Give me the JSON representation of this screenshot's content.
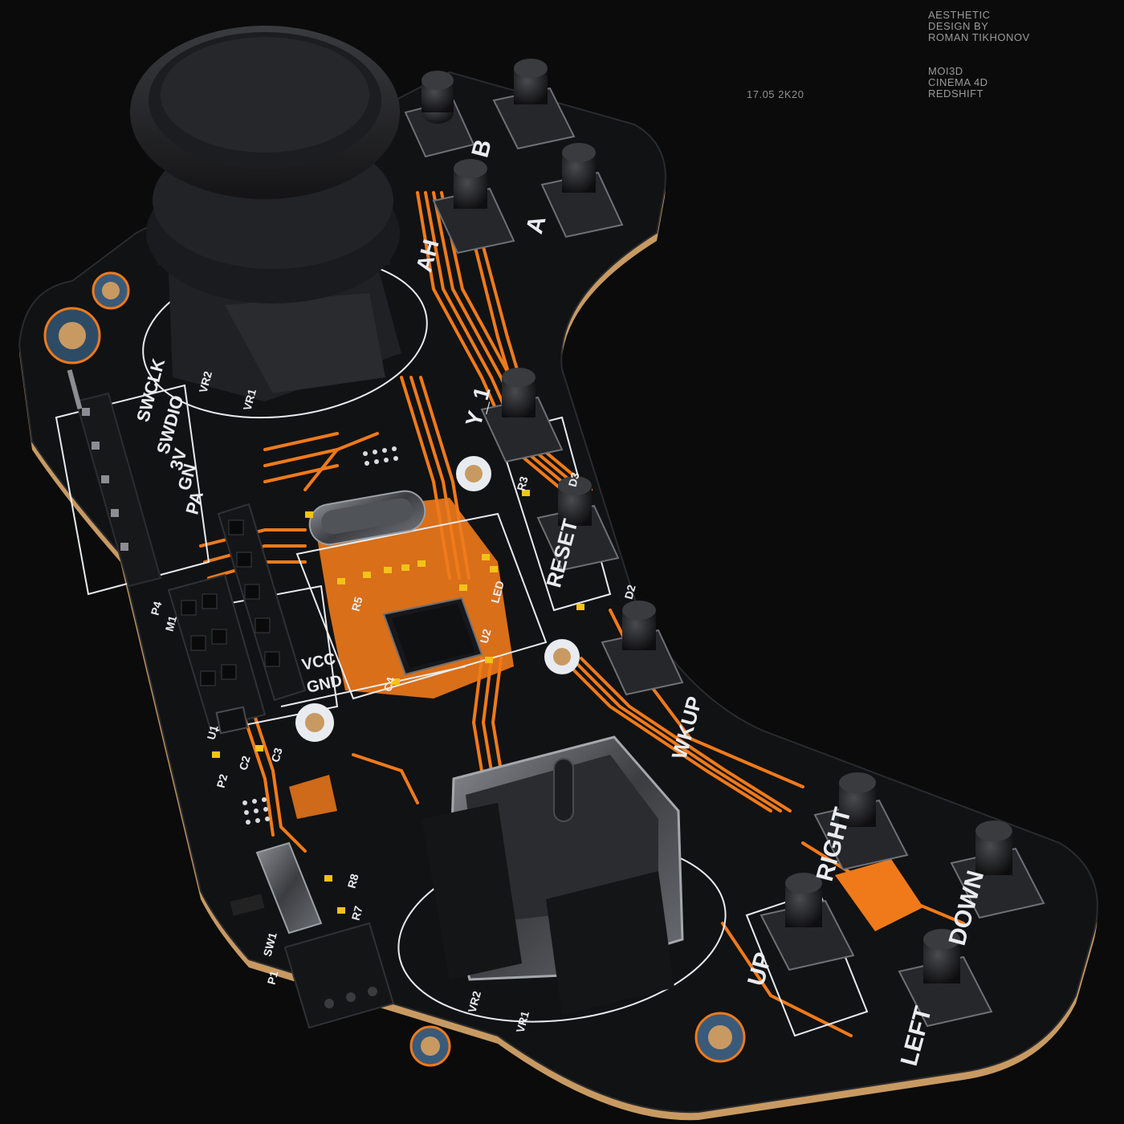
{
  "credits": {
    "line1": "AESTHETIC",
    "line2": "DESIGN BY",
    "line3": "ROMAN TIKHONOV",
    "line4": "MOI3D",
    "line5": "CINEMA 4D",
    "line6": "REDSHIFT"
  },
  "date": "17.05 2K20",
  "colors": {
    "background": "#0b0b0c",
    "board": "#111214",
    "copper": "#f07a1a",
    "silkscreen": "#e8ecf0",
    "board_edge": "#c89a62"
  },
  "board_labels": {
    "b": "B",
    "a": "A",
    "ah": "AH",
    "y1": "Y_1",
    "reset": "RESET",
    "led": "LED",
    "wkup": "WKUP",
    "right": "RIGHT",
    "down": "DOWN",
    "up": "UP",
    "left": "LEFT",
    "sw1": "SW1",
    "p1": "P1",
    "p2": "P2",
    "r8": "R8",
    "r7": "R7",
    "u1": "U1",
    "u2": "U2",
    "r3": "R3",
    "d3": "D3",
    "d2": "D2",
    "vr1": "VR1",
    "vr2": "VR2",
    "vr1b": "VR1",
    "vr2b": "VR2",
    "c4": "C4",
    "c2": "C2",
    "c3": "C3",
    "r5": "R5",
    "p4": "P4",
    "m1": "M1",
    "vcc": "VCC",
    "gnd": "GND",
    "swclk": "SWCLK",
    "swdio": "SWDIO",
    "v3": "3V",
    "gn": "GN",
    "pa": "PA"
  }
}
